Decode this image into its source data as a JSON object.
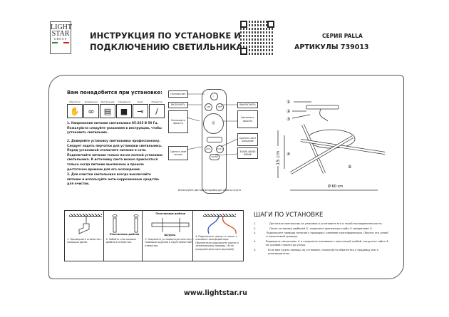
{
  "header": {
    "logo": {
      "line1": "LIGHT",
      "line2": "STAR",
      "line3": "GROUP"
    },
    "title_line1": "ИНСТРУКЦИЯ ПО УСТАНОВКЕ И",
    "title_line2": "ПОДКЛЮЧЕНИЮ СВЕТИЛЬНИКА",
    "series": "СЕРИЯ PALLA",
    "articles": "АРТИКУЛЫ 739013"
  },
  "needs": {
    "title": "Вам понадобится при установке:",
    "tools": [
      {
        "label": "Перчатки",
        "icon": "gloves-icon",
        "glyph": "✋"
      },
      {
        "label": "Клеммники",
        "icon": "connectors-icon",
        "glyph": "∞"
      },
      {
        "label": "Инструкция",
        "icon": "manual-icon",
        "glyph": "▤"
      },
      {
        "label": "Стремянка",
        "icon": "ladder-icon",
        "glyph": "■"
      },
      {
        "label": "Ключ",
        "icon": "wrench-icon",
        "glyph": "⊸"
      },
      {
        "label": "Отвертка",
        "icon": "screwdriver-icon",
        "glyph": "/"
      }
    ],
    "paragraphs": [
      "1. Напряжение питания светильника 85-265 В 50 Гц. Пожалуйста следуйте указаниям в инструкции, чтобы установить светильник.",
      "2. Доверяйте установку светильника профессионалу. Следует надеть перчатки для установки светильника. Перед установкой отключите питание в сети. Подключайте питание только после полной установки светильника. К источнику света можно прикасаться только когда питание выключено и прошло достаточно времени для его охлаждения.",
      "3. Для очистки светильника всегда выключайте питание и используйте анти-коррозионные средства для очистки."
    ]
  },
  "remote": {
    "labels": {
      "night": "Ночной свет",
      "on": "ВКЛЮЧИТЬ",
      "off": "ВЫКЛЮЧИТЬ",
      "dim": "Уменьшить яркость",
      "bright": "Увеличить яркость",
      "cold": "Сделать свет холоднее",
      "modes": "3000K 4000K 6000K",
      "warm": "Сделать свет теплее"
    },
    "buttons": {
      "night": "☾",
      "on": "ON",
      "off": "OFF",
      "center": "☼",
      "cct_minus": "CCT-",
      "cct_plus": "CCT+",
      "mode": "3000K"
    },
    "caption": "Используйте две ААА батарейки для работы пульта"
  },
  "diagram": {
    "height": "15 cm",
    "diameter": "Ø 60 cm",
    "callouts": [
      "①",
      "②",
      "③",
      "④",
      "⑤"
    ]
  },
  "install_steps": [
    {
      "text": "1. Просверлите отверстия с помощью дрели.",
      "label": ""
    },
    {
      "text": "2. Забейте пластиковые дюбели в отверстия.",
      "label": "Пластиковые дюбели"
    },
    {
      "text": "3. Закрепите установочную пластину с помощью шурупов в подготовленные отверстия.",
      "label": "Пластиковые дюбели",
      "label2": "Шурупы"
    },
    {
      "text": "4. Подключите «фазу» и «ноль» к клеммам трансформатора. Обязательно подключите корпус к заземляющему проводу. (Если предусмотрено конструкцией)",
      "label": ""
    }
  ],
  "steps": {
    "title": "ШАГИ ПО УСТАНОВКЕ",
    "items": [
      {
        "n": "1.",
        "text": "Достаньте светильник из упаковки и установите его в такой последовательности."
      },
      {
        "n": "2.",
        "text": "После установки дюбелей ②, закрепите крепежную скобу ③ саморезами ①."
      },
      {
        "n": "3.",
        "text": "Подключите провода питания к проводам / клеммам трансформатора. Обычно это синий и коричневый провода."
      },
      {
        "n": "4.",
        "text": "Подведите светильник ④ и соедините основание с монтажной скобой, закрутите гайки ⑤ по часовой стрелке до упора."
      },
      {
        "n": "5.",
        "text": "Если вам нужна помощь по установке, пожалуйста обратитесь к продавцу или к производителю."
      }
    ]
  },
  "footer": {
    "url": "www.lightstar.ru"
  },
  "colors": {
    "wire_blue": "#3b4fc0",
    "wire_brown": "#c8502a",
    "flag_green": "#2a8a3a",
    "flag_red": "#cc2222"
  }
}
